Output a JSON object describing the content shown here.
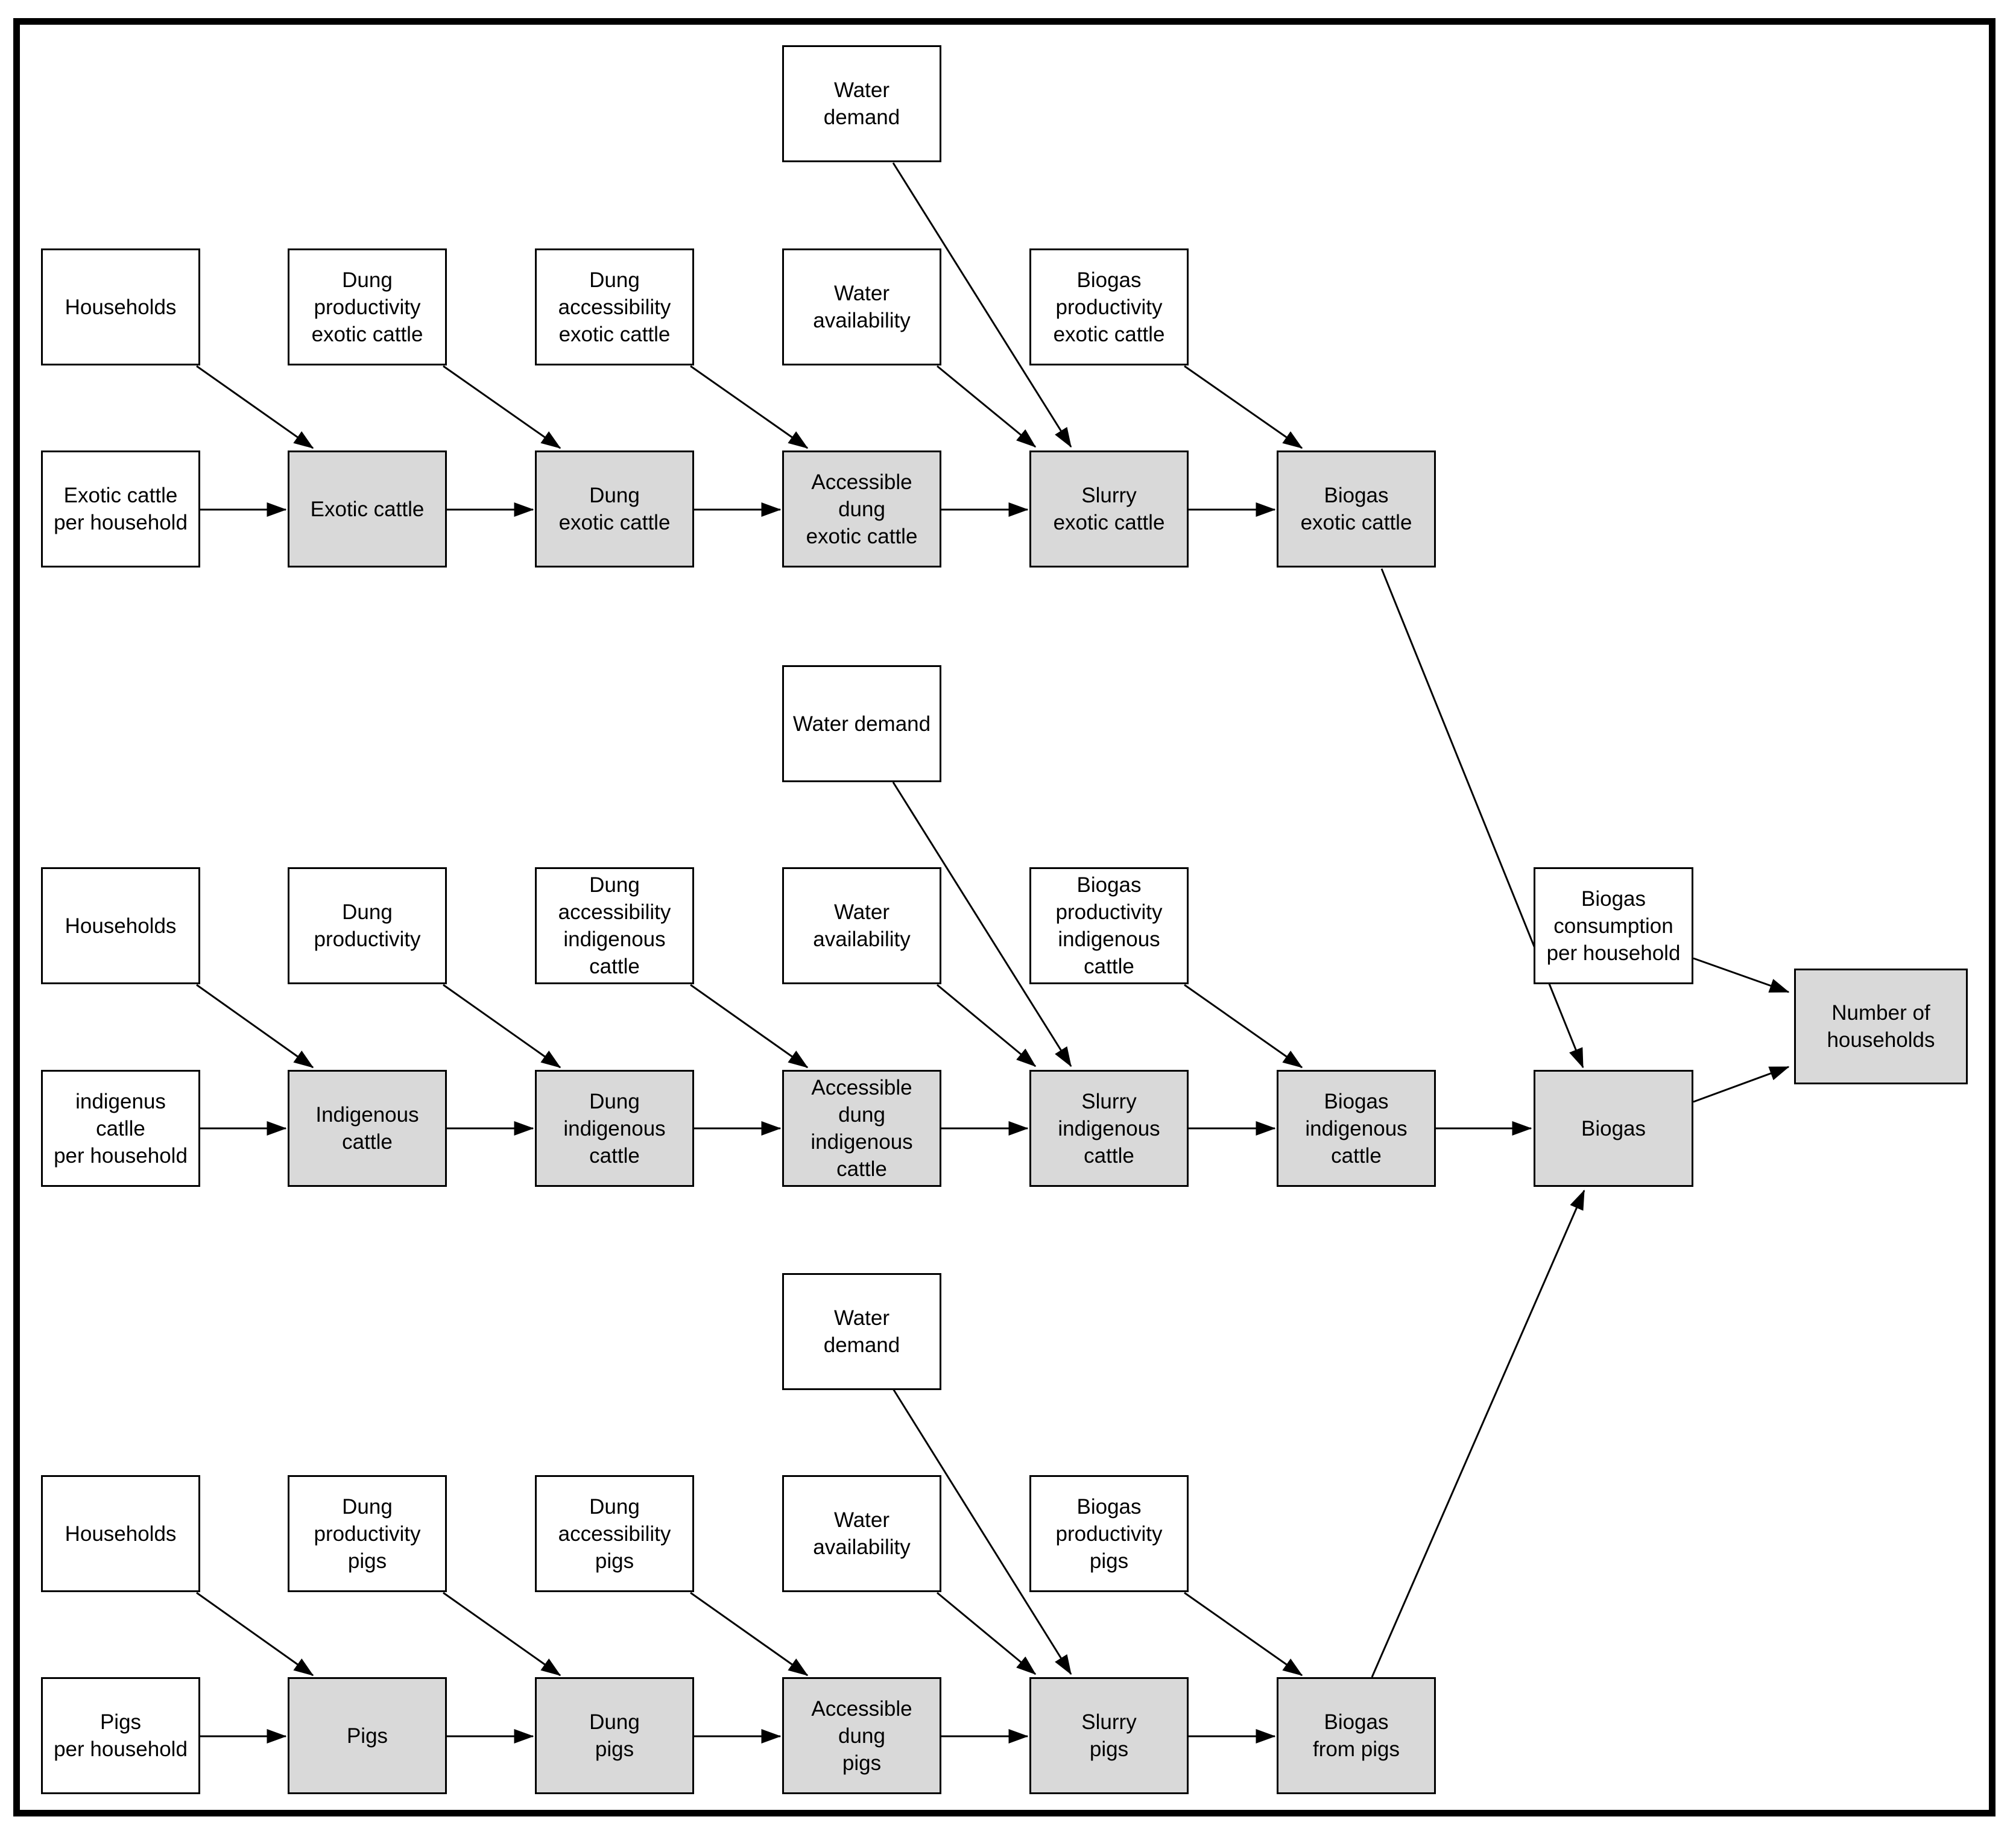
{
  "colors": {
    "background": "#ffffff",
    "node_fill_parameter": "#ffffff",
    "node_fill_stock": "#d9d9d9",
    "node_border": "#000000",
    "arrow": "#000000",
    "text": "#000000"
  },
  "nodes": {
    "b1_water_demand": {
      "label": "Water\ndemand"
    },
    "b1_households": {
      "label": "Households"
    },
    "b1_dung_productivity": {
      "label": "Dung\nproductivity\nexotic cattle"
    },
    "b1_dung_accessibility": {
      "label": "Dung\naccessibility\nexotic cattle"
    },
    "b1_water_availability": {
      "label": "Water\navailability"
    },
    "b1_biogas_productivity": {
      "label": "Biogas\nproductivity\nexotic cattle"
    },
    "b1_cattle_per_household": {
      "label": "Exotic cattle\nper household"
    },
    "b1_exotic_cattle": {
      "label": "Exotic cattle"
    },
    "b1_dung": {
      "label": "Dung\nexotic cattle"
    },
    "b1_accessible_dung": {
      "label": "Accessible\ndung\nexotic cattle"
    },
    "b1_slurry": {
      "label": "Slurry\nexotic cattle"
    },
    "b1_biogas": {
      "label": "Biogas\nexotic cattle"
    },
    "b2_water_demand": {
      "label": "Water demand"
    },
    "b2_households": {
      "label": "Households"
    },
    "b2_dung_productivity": {
      "label": "Dung\nproductivity"
    },
    "b2_dung_accessibility": {
      "label": "Dung\naccessibility\nindigenous\ncattle"
    },
    "b2_water_availability": {
      "label": "Water\navailability"
    },
    "b2_biogas_productivity": {
      "label": "Biogas\nproductivity\nindigenous\ncattle"
    },
    "b2_cattle_per_household": {
      "label": "indigenus\ncatlle\nper household"
    },
    "b2_indigenous_cattle": {
      "label": "Indigenous\ncattle"
    },
    "b2_dung": {
      "label": "Dung\nindigenous\ncattle"
    },
    "b2_accessible_dung": {
      "label": "Accessible\ndung\nindigenous\ncattle"
    },
    "b2_slurry": {
      "label": "Slurry\nindigenous\ncattle"
    },
    "b2_biogas": {
      "label": "Biogas\nindigenous\ncattle"
    },
    "biogas_consumption": {
      "label": "Biogas\nconsumption\nper household"
    },
    "biogas": {
      "label": "Biogas"
    },
    "number_of_households": {
      "label": "Number of\nhouseholds"
    },
    "b3_water_demand": {
      "label": "Water\ndemand"
    },
    "b3_households": {
      "label": "Households"
    },
    "b3_dung_productivity": {
      "label": "Dung\nproductivity\npigs"
    },
    "b3_dung_accessibility": {
      "label": "Dung\naccessibility\npigs"
    },
    "b3_water_availability": {
      "label": "Water\navailability"
    },
    "b3_biogas_productivity": {
      "label": "Biogas\nproductivity\npigs"
    },
    "b3_pigs_per_household": {
      "label": "Pigs\nper household"
    },
    "b3_pigs": {
      "label": "Pigs"
    },
    "b3_dung": {
      "label": "Dung\npigs"
    },
    "b3_accessible_dung": {
      "label": "Accessible\ndung\npigs"
    },
    "b3_slurry": {
      "label": "Slurry\npigs"
    },
    "b3_biogas": {
      "label": "Biogas\nfrom pigs"
    }
  },
  "edges": [
    {
      "from": "b1_households",
      "to": "b1_exotic_cattle"
    },
    {
      "from": "b1_cattle_per_household",
      "to": "b1_exotic_cattle"
    },
    {
      "from": "b1_dung_productivity",
      "to": "b1_dung"
    },
    {
      "from": "b1_exotic_cattle",
      "to": "b1_dung"
    },
    {
      "from": "b1_dung_accessibility",
      "to": "b1_accessible_dung"
    },
    {
      "from": "b1_dung",
      "to": "b1_accessible_dung"
    },
    {
      "from": "b1_water_demand",
      "to": "b1_slurry"
    },
    {
      "from": "b1_water_availability",
      "to": "b1_slurry"
    },
    {
      "from": "b1_accessible_dung",
      "to": "b1_slurry"
    },
    {
      "from": "b1_biogas_productivity",
      "to": "b1_biogas"
    },
    {
      "from": "b1_slurry",
      "to": "b1_biogas"
    },
    {
      "from": "b1_biogas",
      "to": "biogas"
    },
    {
      "from": "b2_households",
      "to": "b2_indigenous_cattle"
    },
    {
      "from": "b2_cattle_per_household",
      "to": "b2_indigenous_cattle"
    },
    {
      "from": "b2_dung_productivity",
      "to": "b2_dung"
    },
    {
      "from": "b2_indigenous_cattle",
      "to": "b2_dung"
    },
    {
      "from": "b2_dung_accessibility",
      "to": "b2_accessible_dung"
    },
    {
      "from": "b2_dung",
      "to": "b2_accessible_dung"
    },
    {
      "from": "b2_water_demand",
      "to": "b2_slurry"
    },
    {
      "from": "b2_water_availability",
      "to": "b2_slurry"
    },
    {
      "from": "b2_accessible_dung",
      "to": "b2_slurry"
    },
    {
      "from": "b2_biogas_productivity",
      "to": "b2_biogas"
    },
    {
      "from": "b2_slurry",
      "to": "b2_biogas"
    },
    {
      "from": "b2_biogas",
      "to": "biogas"
    },
    {
      "from": "b3_households",
      "to": "b3_pigs"
    },
    {
      "from": "b3_pigs_per_household",
      "to": "b3_pigs"
    },
    {
      "from": "b3_dung_productivity",
      "to": "b3_dung"
    },
    {
      "from": "b3_pigs",
      "to": "b3_dung"
    },
    {
      "from": "b3_dung_accessibility",
      "to": "b3_accessible_dung"
    },
    {
      "from": "b3_dung",
      "to": "b3_accessible_dung"
    },
    {
      "from": "b3_water_demand",
      "to": "b3_slurry"
    },
    {
      "from": "b3_water_availability",
      "to": "b3_slurry"
    },
    {
      "from": "b3_accessible_dung",
      "to": "b3_slurry"
    },
    {
      "from": "b3_biogas_productivity",
      "to": "b3_biogas"
    },
    {
      "from": "b3_slurry",
      "to": "b3_biogas"
    },
    {
      "from": "b3_biogas",
      "to": "biogas"
    },
    {
      "from": "biogas_consumption",
      "to": "number_of_households"
    },
    {
      "from": "biogas",
      "to": "number_of_households"
    }
  ]
}
